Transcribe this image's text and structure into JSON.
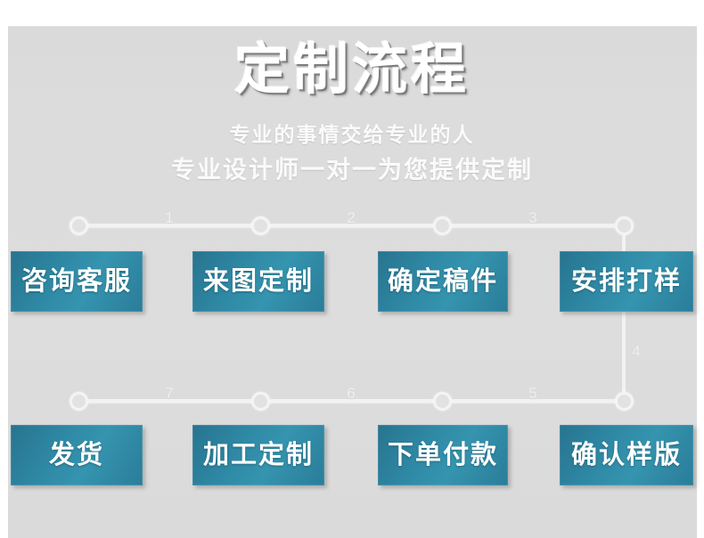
{
  "page": {
    "title": "定制流程",
    "subtitle_line1": "专业的事情交给专业的人",
    "subtitle_line2": "专业设计师一对一为您提供定制"
  },
  "colors": {
    "background": "#ffffff",
    "panel": "#dcdcdc",
    "box_teal": "#2b7f9b",
    "rail": "#f2f2f2",
    "label_text": "#ffffff"
  },
  "flow": {
    "row1": {
      "steps": [
        {
          "label": "咨询客服"
        },
        {
          "label": "来图定制"
        },
        {
          "label": "确定稿件"
        },
        {
          "label": "安排打样"
        }
      ],
      "connector_numbers": [
        "1",
        "2",
        "3"
      ]
    },
    "vertical_connector_number": "4",
    "row2": {
      "steps": [
        {
          "label": "发货"
        },
        {
          "label": "加工定制"
        },
        {
          "label": "下单付款"
        },
        {
          "label": "确认样版"
        }
      ],
      "connector_numbers": [
        "7",
        "6",
        "5"
      ]
    }
  }
}
